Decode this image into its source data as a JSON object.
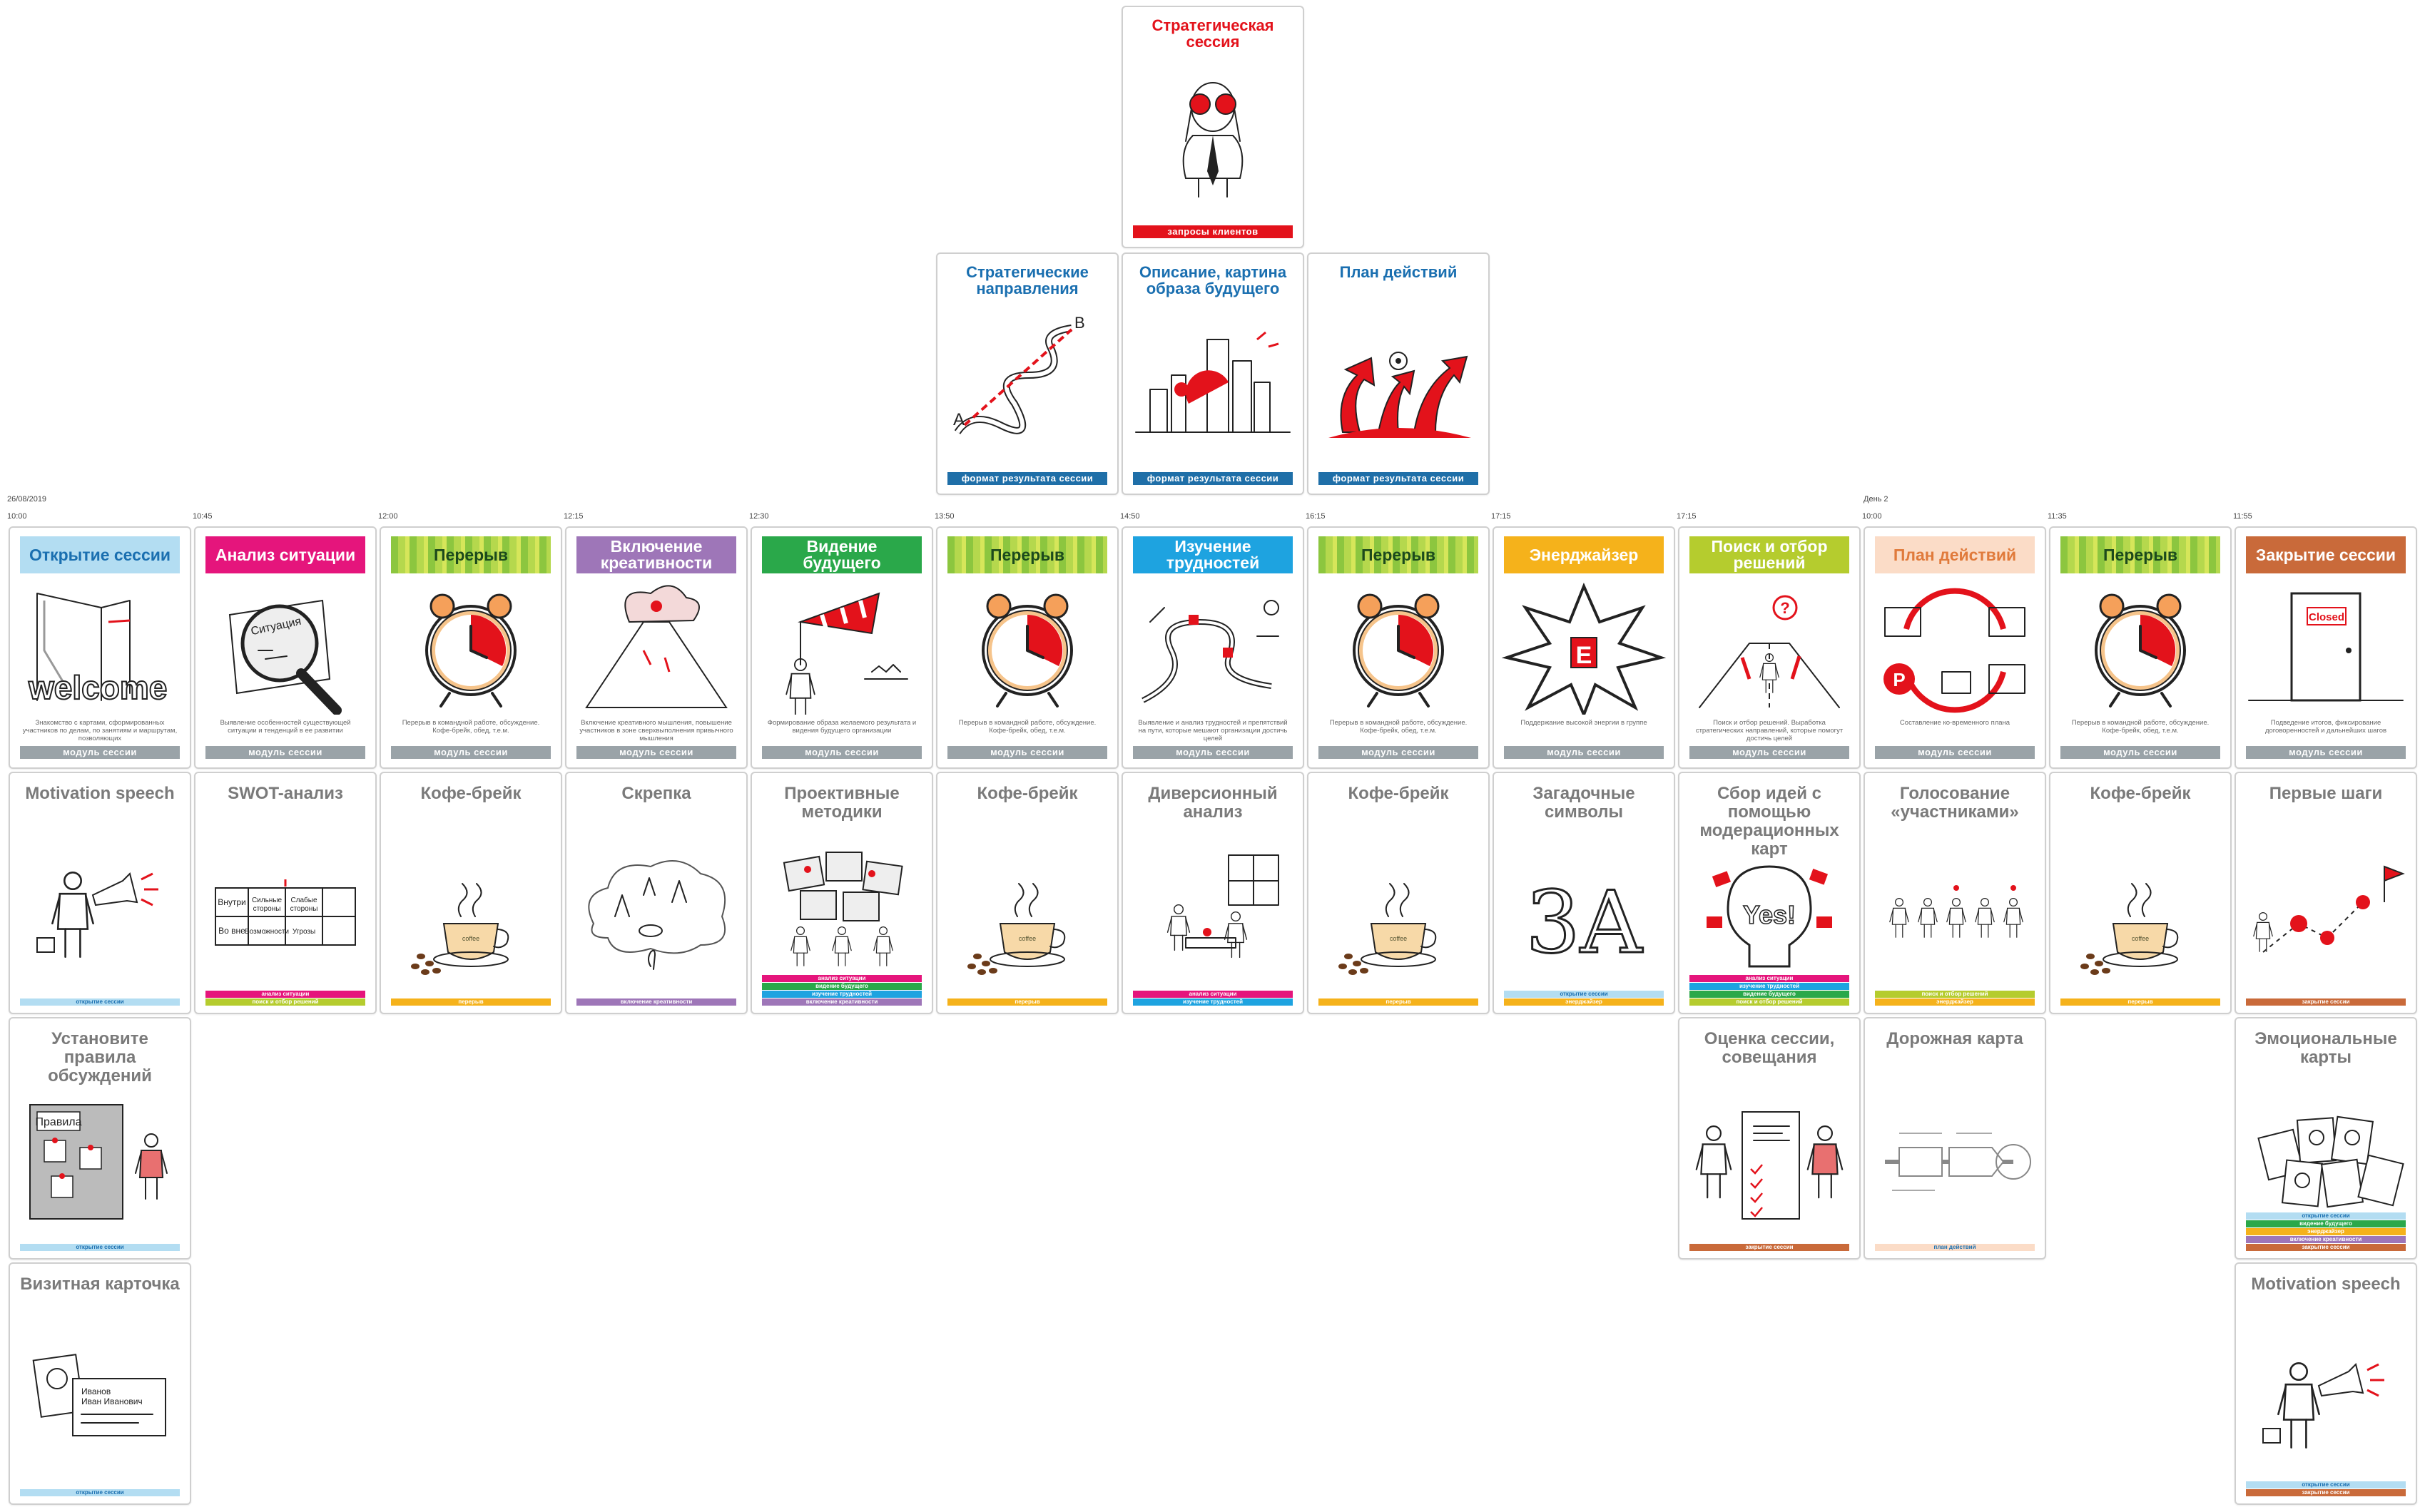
{
  "top_card": {
    "title": "Стратегическая сессия",
    "footer": "запросы клиентов",
    "icon": "binoculars-man-icon"
  },
  "result_cards": [
    {
      "title": "Стратегические направления",
      "footer": "формат результата сессии",
      "icon": "road-path-icon"
    },
    {
      "title": "Описание, картина образа будущего",
      "footer": "формат результата сессии",
      "icon": "city-future-icon"
    },
    {
      "title": "План действий",
      "footer": "формат результата сессии",
      "icon": "arrows-plan-icon"
    }
  ],
  "date": "26/08/2019",
  "day2": "День 2",
  "footer_label": "модуль сессии",
  "modules": [
    {
      "time": "10:00",
      "title": "Открытие сессии",
      "color": "#b3ddf2",
      "textColor": "#1a6fb0",
      "desc": "Знакомство с картами, сформированных участников по делам, по занятиям и маршрутам, позволяющих",
      "icon": "welcome-door-icon"
    },
    {
      "time": "10:45",
      "title": "Анализ ситуации",
      "color": "#e5157c",
      "desc": "Выявление особенностей существующей ситуации и тенденций в ее развитии",
      "icon": "magnifier-icon"
    },
    {
      "time": "12:00",
      "title": "Перерыв",
      "stripes": true,
      "desc": "Перерыв в командной работе, обсуждение. Кофе-брейк, обед, т.е.м.",
      "icon": "alarm-clock-icon"
    },
    {
      "time": "12:15",
      "title": "Включение креативности",
      "color": "#9e76b8",
      "desc": "Включение креативного мышления, повышение участников в зоне сверхвыполнения привычного мышления",
      "icon": "volcano-icon"
    },
    {
      "time": "12:30",
      "title": "Видение будущего",
      "color": "#2aa84a",
      "desc": "Формирование образа желаемого результата и видения будущего организации",
      "icon": "windsock-icon"
    },
    {
      "time": "13:50",
      "title": "Перерыв",
      "stripes": true,
      "desc": "Перерыв в командной работе, обсуждение. Кофе-брейк, обед, т.е.м.",
      "icon": "alarm-clock-icon"
    },
    {
      "time": "14:50",
      "title": "Изучение трудностей",
      "color": "#1ea3e0",
      "desc": "Выявление и анализ трудностей и препятствий на пути, которые мешают организации достичь целей",
      "icon": "obstacle-road-icon"
    },
    {
      "time": "16:15",
      "title": "Перерыв",
      "stripes": true,
      "desc": "Перерыв в командной работе, обсуждение. Кофе-брейк, обед, т.е.м.",
      "icon": "alarm-clock-icon"
    },
    {
      "time": "17:15",
      "title": "Энерджайзер",
      "color": "#f5b21b",
      "desc": "Поддержание высокой энергии в группе",
      "icon": "explosion-icon"
    },
    {
      "time": "17:15",
      "title": "Поиск и отбор решений",
      "color": "#b5cc2e",
      "desc": "Поиск и отбор решений. Выработка стратегических направлений, которые помогут достичь целей",
      "icon": "crossroads-icon"
    },
    {
      "time": "10:00",
      "title": "План действий",
      "color": "#fbdcc7",
      "textColor": "#e07a3b",
      "desc": "Составление ко-временного плана",
      "icon": "cycle-plan-icon"
    },
    {
      "time": "11:35",
      "title": "Перерыв",
      "stripes": true,
      "desc": "Перерыв в командной работе, обсуждение. Кофе-брейк, обед, т.е.м.",
      "icon": "alarm-clock-icon"
    },
    {
      "time": "11:55",
      "title": "Закрытие сессии",
      "color": "#c96a3a",
      "desc": "Подведение итогов, фиксирование договоренностей и дальнейших шагов",
      "icon": "closed-door-icon"
    }
  ],
  "methods": [
    {
      "col": 0,
      "row": 0,
      "title": "Motivation speech",
      "icon": "megaphone-man-icon",
      "tags": [
        {
          "label": "открытие сессии",
          "color": "#b3ddf2"
        }
      ]
    },
    {
      "col": 1,
      "row": 0,
      "title": "SWOT-анализ",
      "icon": "swot-table-icon",
      "tags": [
        {
          "label": "анализ ситуации",
          "color": "#e5157c"
        },
        {
          "label": "поиск и отбор решений",
          "color": "#b5cc2e"
        }
      ]
    },
    {
      "col": 2,
      "row": 0,
      "title": "Кофе-брейк",
      "icon": "coffee-cup-icon",
      "tags": [
        {
          "label": "перерыв",
          "color": "#f5b21b"
        }
      ]
    },
    {
      "col": 3,
      "row": 0,
      "title": "Скрепка",
      "icon": "paperclip-cloud-icon",
      "tags": [
        {
          "label": "включение креативности",
          "color": "#9e76b8"
        }
      ]
    },
    {
      "col": 4,
      "row": 0,
      "title": "Проективные методики",
      "icon": "projective-people-icon",
      "tags": [
        {
          "label": "анализ ситуации",
          "color": "#e5157c"
        },
        {
          "label": "видение будущего",
          "color": "#2aa84a"
        },
        {
          "label": "изучение трудностей",
          "color": "#1ea3e0"
        },
        {
          "label": "включение креативности",
          "color": "#9e76b8"
        }
      ]
    },
    {
      "col": 5,
      "row": 0,
      "title": "Кофе-брейк",
      "icon": "coffee-cup-icon",
      "tags": [
        {
          "label": "перерыв",
          "color": "#f5b21b"
        }
      ]
    },
    {
      "col": 6,
      "row": 0,
      "title": "Диверсионный анализ",
      "icon": "diversion-room-icon",
      "tags": [
        {
          "label": "анализ ситуации",
          "color": "#e5157c"
        },
        {
          "label": "изучение трудностей",
          "color": "#1ea3e0"
        }
      ]
    },
    {
      "col": 7,
      "row": 0,
      "title": "Кофе-брейк",
      "icon": "coffee-cup-icon",
      "tags": [
        {
          "label": "перерыв",
          "color": "#f5b21b"
        }
      ]
    },
    {
      "col": 8,
      "row": 0,
      "title": "Загадочные символы",
      "icon": "letters-3a-icon",
      "tags": [
        {
          "label": "открытие сессии",
          "color": "#b3ddf2"
        },
        {
          "label": "энерджайзер",
          "color": "#f5b21b"
        }
      ]
    },
    {
      "col": 9,
      "row": 0,
      "title": "Сбор идей с помощью модерационных карт",
      "icon": "idea-bulb-icon",
      "tags": [
        {
          "label": "анализ ситуации",
          "color": "#e5157c"
        },
        {
          "label": "изучение трудностей",
          "color": "#1ea3e0"
        },
        {
          "label": "видение будущего",
          "color": "#2aa84a"
        },
        {
          "label": "поиск и отбор решений",
          "color": "#b5cc2e"
        }
      ]
    },
    {
      "col": 10,
      "row": 0,
      "title": "Голосование «участниками»",
      "icon": "voting-people-icon",
      "tags": [
        {
          "label": "поиск и отбор решений",
          "color": "#b5cc2e"
        },
        {
          "label": "энерджайзер",
          "color": "#f5b21b"
        }
      ]
    },
    {
      "col": 11,
      "row": 0,
      "title": "Кофе-брейк",
      "icon": "coffee-cup-icon",
      "tags": [
        {
          "label": "перерыв",
          "color": "#f5b21b"
        }
      ]
    },
    {
      "col": 12,
      "row": 0,
      "title": "Первые шаги",
      "icon": "first-steps-icon",
      "tags": [
        {
          "label": "закрытие сессии",
          "color": "#c96a3a"
        }
      ]
    },
    {
      "col": 0,
      "row": 1,
      "title": "Установите правила обсуждений",
      "icon": "rules-board-icon",
      "tags": [
        {
          "label": "открытие сессии",
          "color": "#b3ddf2"
        }
      ]
    },
    {
      "col": 9,
      "row": 1,
      "title": "Оценка сессии, совещания",
      "icon": "evaluation-sheet-icon",
      "tags": [
        {
          "label": "закрытие сессии",
          "color": "#c96a3a"
        }
      ]
    },
    {
      "col": 10,
      "row": 1,
      "title": "Дорожная карта",
      "icon": "roadmap-icon",
      "tags": [
        {
          "label": "план действий",
          "color": "#fbdcc7"
        }
      ]
    },
    {
      "col": 12,
      "row": 1,
      "title": "Эмоциональные карты",
      "icon": "emotion-cards-icon",
      "tags": [
        {
          "label": "открытие сессии",
          "color": "#b3ddf2"
        },
        {
          "label": "видение будущего",
          "color": "#2aa84a"
        },
        {
          "label": "энерджайзер",
          "color": "#f5b21b"
        },
        {
          "label": "включение креативности",
          "color": "#9e76b8"
        },
        {
          "label": "закрытие сессии",
          "color": "#c96a3a"
        }
      ]
    },
    {
      "col": 0,
      "row": 2,
      "title": "Визитная карточка",
      "icon": "business-card-icon",
      "tags": [
        {
          "label": "открытие сессии",
          "color": "#b3ddf2"
        }
      ]
    },
    {
      "col": 12,
      "row": 2,
      "title": "Motivation speech",
      "icon": "megaphone-man-icon",
      "tags": [
        {
          "label": "открытие сессии",
          "color": "#b3ddf2"
        },
        {
          "label": "закрытие сессии",
          "color": "#c96a3a"
        }
      ]
    }
  ]
}
